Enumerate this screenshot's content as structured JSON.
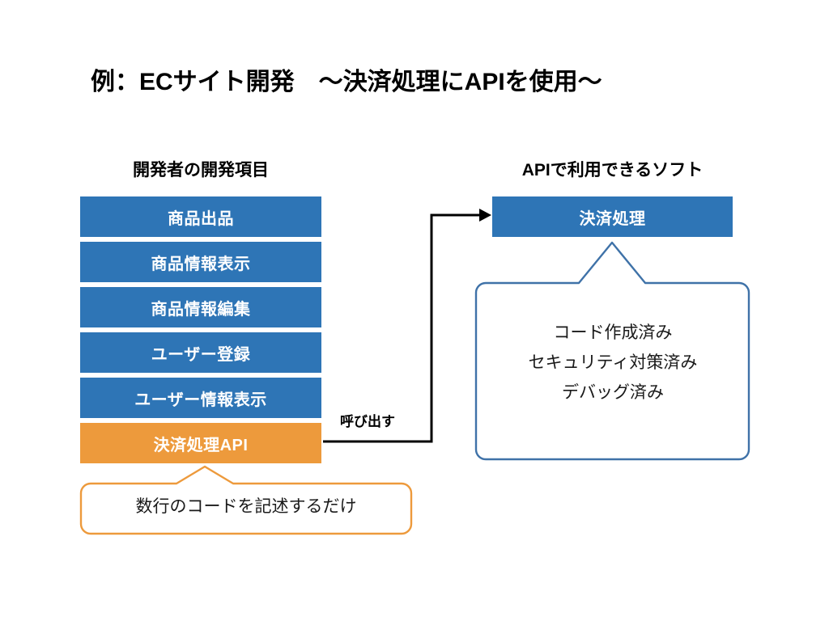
{
  "slide": {
    "title": "例：ECサイト開発　〜決済処理にAPIを使用〜",
    "background_color": "#ffffff"
  },
  "colors": {
    "box_blue": "#2E75B6",
    "box_orange": "#ED9A3C",
    "callout_blue_border": "#3F72A8",
    "callout_orange_border": "#ED9A3C",
    "arrow_black": "#000000",
    "text_white": "#ffffff",
    "text_black": "#000000"
  },
  "left_column": {
    "header": "開発者の開発項目",
    "items": [
      {
        "label": "商品出品",
        "style": "blue"
      },
      {
        "label": "商品情報表示",
        "style": "blue"
      },
      {
        "label": "商品情報編集",
        "style": "blue"
      },
      {
        "label": "ユーザー登録",
        "style": "blue"
      },
      {
        "label": "ユーザー情報表示",
        "style": "blue"
      },
      {
        "label": "決済処理API",
        "style": "orange"
      }
    ]
  },
  "right_column": {
    "header": "APIで利用できるソフト",
    "service_box": "決済処理",
    "features_callout": {
      "lines": [
        "コード作成済み",
        "セキュリティ対策済み",
        "デバッグ済み"
      ]
    }
  },
  "code_callout": {
    "text": "数行のコードを記述するだけ"
  },
  "connector": {
    "label": "呼び出す"
  }
}
